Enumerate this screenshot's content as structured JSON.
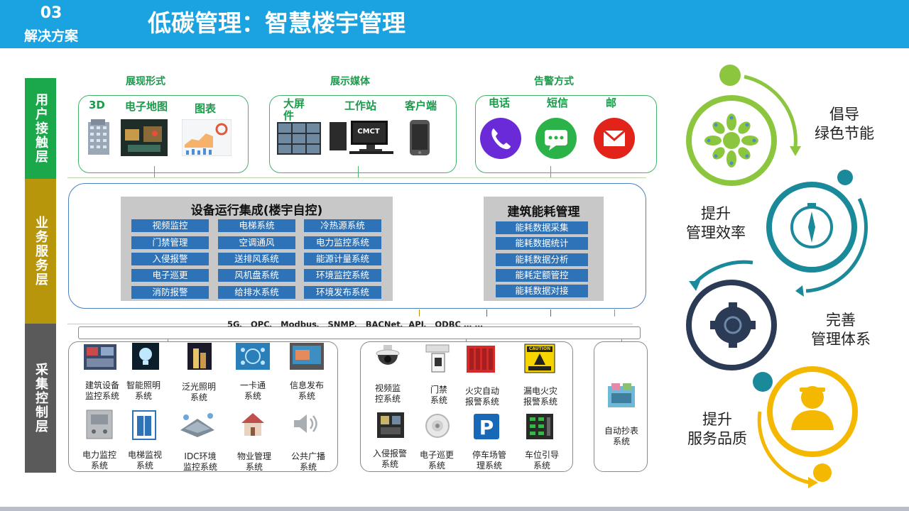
{
  "header": {
    "section_number": "03",
    "section_label": "解决方案",
    "title": "低碳管理：智慧楼宇管理"
  },
  "layers": {
    "user": "用户接触层",
    "service": "业务服务层",
    "collect": "采集控制层"
  },
  "user_layer": {
    "display": {
      "heading": "展现形式",
      "items": [
        "3D",
        "电子地图",
        "图表"
      ]
    },
    "media": {
      "heading": "展示媒体",
      "items": [
        "大屏件",
        "工作站",
        "客户端"
      ],
      "workstation_brand": "CMCT"
    },
    "alert": {
      "heading": "告警方式",
      "items": [
        "电话",
        "短信",
        "邮"
      ]
    }
  },
  "service_layer": {
    "integration": {
      "title": "设备运行集成(楼宇自控)",
      "columns": [
        [
          "视频监控",
          "门禁管理",
          "入侵报警",
          "电子巡更",
          "消防报警"
        ],
        [
          "电梯系统",
          "空调通风",
          "送排风系统",
          "风机盘系统",
          "给排水系统"
        ],
        [
          "冷热源系统",
          "电力监控系统",
          "能源计量系统",
          "环境监控系统",
          "环境发布系统"
        ]
      ]
    },
    "energy": {
      "title": "建筑能耗管理",
      "items": [
        "能耗数据采集",
        "能耗数据统计",
        "能耗数据分析",
        "能耗定额管控",
        "能耗数据对接"
      ]
    }
  },
  "protocols": "5G、 OPC、 Modbus、 SNMP、 BACNet、API、 ODBC … …",
  "collect_layer": {
    "group1": [
      "建筑设备\n监控系统",
      "智能照明\n系统",
      "泛光照明\n系统",
      "一卡通\n系统",
      "信息发布\n系统",
      "电力监控\n系统",
      "电梯监视\n系统",
      "IDC环境\n监控系统",
      "物业管理\n系统",
      "公共广播\n系统"
    ],
    "group2": [
      "视频监\n控系统",
      "门禁\n系统",
      "火灾自动\n报警系统",
      "漏电火灾\n报警系统",
      "入侵报警\n系统",
      "电子巡更\n系统",
      "停车场管\n理系统",
      "车位引导\n系统"
    ],
    "group3": [
      "自动抄表\n系统"
    ],
    "caution_sign": "CAUTION"
  },
  "cycle": {
    "items": [
      "倡导\n绿色节能",
      "提升\n管理效率",
      "完善\n管理体系",
      "提升\n服务品质"
    ],
    "colors": [
      "#8cc63f",
      "#1a8a9a",
      "#2b3a55",
      "#f5b800"
    ]
  },
  "colors": {
    "header": "#1aa3e0",
    "user_layer": "#1aa84a",
    "service_layer": "#b8960c",
    "collect_layer": "#5a5a5a",
    "system_button": "#2e72b8"
  }
}
